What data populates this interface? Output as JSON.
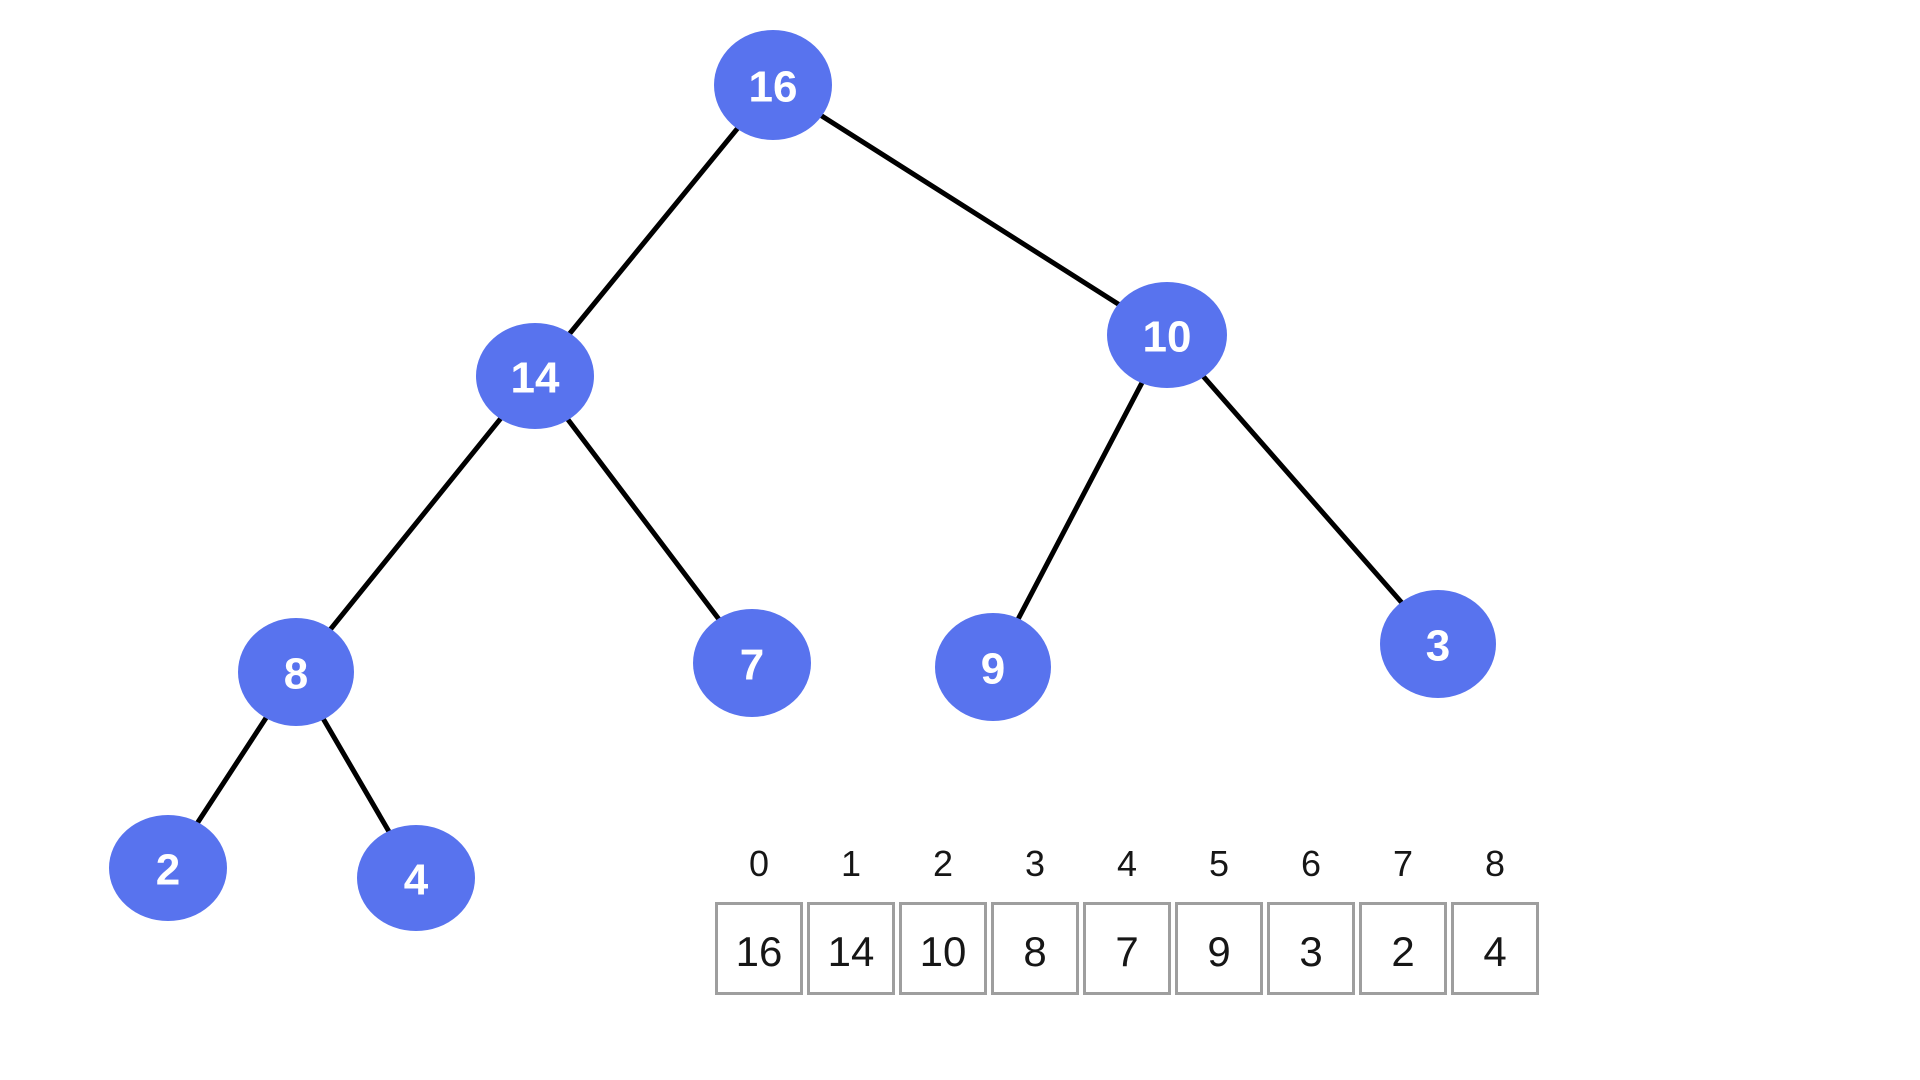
{
  "tree": {
    "nodes": [
      "16",
      "14",
      "10",
      "8",
      "7",
      "9",
      "3",
      "2",
      "4"
    ],
    "edges": [
      [
        "16",
        "14"
      ],
      [
        "16",
        "10"
      ],
      [
        "14",
        "8"
      ],
      [
        "14",
        "7"
      ],
      [
        "10",
        "9"
      ],
      [
        "10",
        "3"
      ],
      [
        "8",
        "2"
      ],
      [
        "8",
        "4"
      ]
    ]
  },
  "array": {
    "indices": [
      "0",
      "1",
      "2",
      "3",
      "4",
      "5",
      "6",
      "7",
      "8"
    ],
    "values": [
      "16",
      "14",
      "10",
      "8",
      "7",
      "9",
      "3",
      "2",
      "4"
    ]
  },
  "colors": {
    "node_fill": "#5873ee",
    "node_text": "#ffffff",
    "edge": "#000000",
    "cell_border": "#9e9e9e",
    "text": "#161616"
  }
}
